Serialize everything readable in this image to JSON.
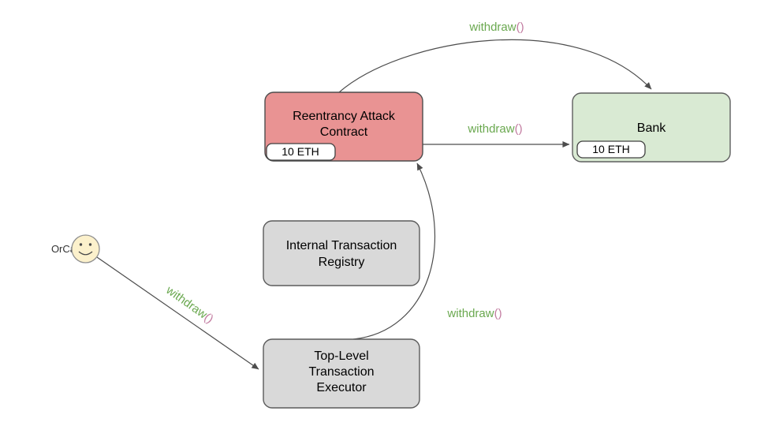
{
  "actor": {
    "label": "OrCa"
  },
  "nodes": {
    "attack_contract": {
      "line1": "Reentrancy Attack",
      "line2": "Contract",
      "balance": "10 ETH"
    },
    "bank": {
      "label": "Bank",
      "balance": "10 ETH"
    },
    "registry": {
      "line1": "Internal Transaction",
      "line2": "Registry"
    },
    "executor": {
      "line1": "Top-Level",
      "line2": "Transaction",
      "line3": "Executor"
    }
  },
  "edges": {
    "orca_to_executor": {
      "fn": "withdraw",
      "parens": "()"
    },
    "executor_to_attack": {
      "fn": "withdraw",
      "parens": "()"
    },
    "attack_to_bank": {
      "fn": "withdraw",
      "parens": "()"
    },
    "attack_to_bank_reentrant": {
      "fn": "withdraw",
      "parens": "()"
    }
  },
  "colors": {
    "attack_fill": "#e99393",
    "attack_stroke": "#4d4d4d",
    "bank_fill": "#d9ead3",
    "bank_stroke": "#5f5f5f",
    "neutral_fill": "#d9d9d9",
    "neutral_stroke": "#5b5b5b",
    "badge_fill": "#ffffff",
    "badge_stroke": "#404040",
    "actor_fill": "#fcf1cc",
    "actor_stroke": "#8f8f8f",
    "actor_face": "#4a4a4a",
    "edge_line": "#4d4d4d",
    "fn_green": "#6aa84f",
    "parens_pink": "#c27ba0"
  }
}
